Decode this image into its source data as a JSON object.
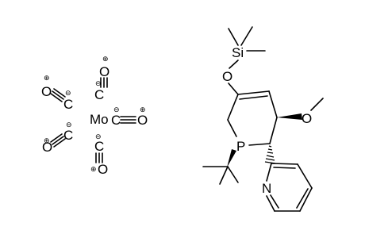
{
  "structure": {
    "atoms": {
      "silicon": "Si",
      "ring_oxygen": "O",
      "methoxy_oxygen": "O",
      "phosphorus": "P",
      "nitrogen": "N",
      "molybdenum": "Mo"
    },
    "carbonyls": [
      {
        "o": "O",
        "c": "C",
        "o_charge": "⊕",
        "c_charge": "⊖"
      },
      {
        "o": "O",
        "c": "C",
        "o_charge": "⊕",
        "c_charge": "⊖"
      },
      {
        "o": "O",
        "c": "C",
        "o_charge": "⊕",
        "c_charge": "⊖"
      },
      {
        "o": "O",
        "c": "C",
        "o_charge": "⊕",
        "c_charge": "⊖"
      },
      {
        "o": "O",
        "c": "C",
        "o_charge": "⊕",
        "c_charge": "⊖"
      }
    ]
  }
}
